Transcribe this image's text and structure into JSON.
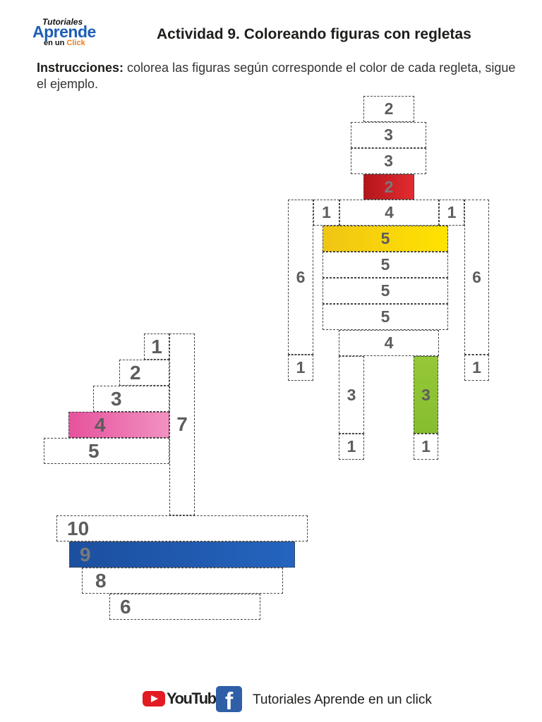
{
  "logo": {
    "small": "Tutoriales",
    "main": "Aprende",
    "sub_a": "en un ",
    "sub_b": "Click"
  },
  "title": "Actividad 9. Coloreando figuras con  regletas",
  "instructions": {
    "label": "Instrucciones:",
    "text": " colorea las figuras según corresponde el color de cada regleta, sigue el ejemplo."
  },
  "colors": {
    "red": "#d62427",
    "yellow": "#f7d50a",
    "green": "#8fc33a",
    "pink": "#ee79b3",
    "blue": "#1f5bad",
    "outline": "#444444",
    "number": "#5d5d5d"
  },
  "robot": {
    "hat_top": "2",
    "hat_1": "3",
    "hat_2": "3",
    "neck": "2",
    "shoulder_left": "1",
    "shoulder_center": "4",
    "shoulder_right": "1",
    "body_1": "5",
    "body_2": "5",
    "body_3": "5",
    "body_4": "5",
    "waist": "4",
    "arm_left": "6",
    "arm_right": "6",
    "hand_left": "1",
    "hand_right": "1",
    "leg_left": "3",
    "leg_right": "3",
    "foot_left": "1",
    "foot_right": "1"
  },
  "stairs": {
    "step_1": "1",
    "step_2": "2",
    "step_3": "3",
    "step_4": "4",
    "step_5": "5",
    "pole": "7",
    "base_1": "10",
    "base_2": "9",
    "base_3": "8",
    "base_4": "6"
  },
  "footer": {
    "youtube": "YouTube",
    "facebook": "f",
    "channel": "Tutoriales Aprende en un click"
  }
}
